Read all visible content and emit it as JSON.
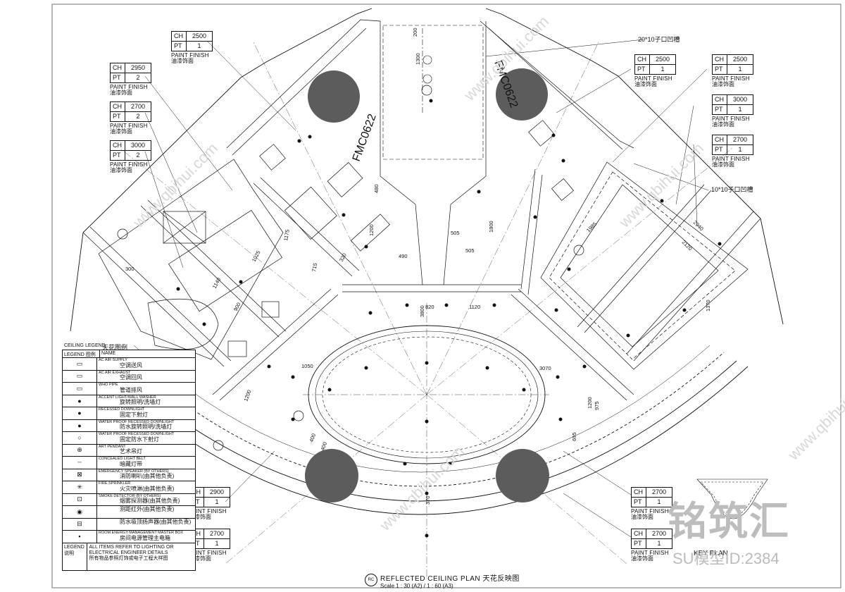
{
  "drawing": {
    "title_en": "REFLECTED CEILING PLAN",
    "title_zh": "天花反映图",
    "scale": "Scale 1 : 30 (A2) / 1 : 60 (A3)",
    "rc_label": "RC",
    "keyplan_label": "KEY PLAN"
  },
  "watermark": {
    "brand": "铭筑汇",
    "site": "www.qbihui.com",
    "id_text": "SU模型ID:2384"
  },
  "tags": [
    {
      "ch": "2500",
      "pt": "1",
      "finish_en": "PAINT FINISH",
      "finish_zh": "油漆饰面"
    },
    {
      "ch": "2950",
      "pt": "2",
      "finish_en": "PAINT FINISH",
      "finish_zh": "油漆饰面"
    },
    {
      "ch": "2700",
      "pt": "2",
      "finish_en": "PAINT FINISH",
      "finish_zh": "油漆饰面"
    },
    {
      "ch": "3000",
      "pt": "2",
      "finish_en": "PAINT FINISH",
      "finish_zh": "油漆饰面"
    },
    {
      "ch": "2500",
      "pt": "1",
      "finish_en": "PAINT FINISH",
      "finish_zh": "油漆饰面"
    },
    {
      "ch": "2500",
      "pt": "1",
      "finish_en": "PAINT FINISH",
      "finish_zh": "油漆饰面"
    },
    {
      "ch": "3000",
      "pt": "1",
      "finish_en": "PAINT FINISH",
      "finish_zh": "油漆饰面"
    },
    {
      "ch": "2700",
      "pt": "1",
      "finish_en": "PAINT FINISH",
      "finish_zh": "油漆饰面"
    },
    {
      "ch": "2900",
      "pt": "1",
      "finish_en": "PAINT FINISH",
      "finish_zh": "油漆饰面"
    },
    {
      "ch": "2700",
      "pt": "1",
      "finish_en": "PAINT FINISH",
      "finish_zh": "油漆饰面"
    },
    {
      "ch": "2700",
      "pt": "1",
      "finish_en": "PAINT FINISH",
      "finish_zh": "油漆饰面"
    },
    {
      "ch": "2700",
      "pt": "1",
      "finish_en": "PAINT FINISH",
      "finish_zh": "油漆饰面"
    }
  ],
  "tag_keys": {
    "ch": "CH",
    "pt": "PT"
  },
  "notes": {
    "groove_top": "20*10子口凹槽",
    "groove_right": "10*10子口凹槽",
    "fmc_left": "FMC0622",
    "fmc_right": "FMC0622"
  },
  "legend": {
    "title_en": "CEILING LEGEND",
    "title_zh": "天花图例",
    "head_legend": "LEGEND 图例",
    "head_name": "NAME",
    "rows": [
      {
        "sym": "▭",
        "en": "AC AIR SUPPLY",
        "zh": "空调送风"
      },
      {
        "sym": "▭",
        "en": "AC AIR EXHAUST",
        "zh": "空调回风"
      },
      {
        "sym": "▭",
        "en": "WHO PIPE",
        "zh": "管道排风"
      },
      {
        "sym": "●",
        "en": "ACCENT LIGHT/WALL WASHER",
        "zh": "旋转照明/洗墙灯"
      },
      {
        "sym": "●",
        "en": "RECESSED DOWNLIGHT",
        "zh": "固定下射灯"
      },
      {
        "sym": "●",
        "en": "WATER PROOF RECESSED DOWNLIGHT",
        "zh": "防水旋转照明/洗墙灯"
      },
      {
        "sym": "○",
        "en": "WATER PROOF RECESSED DOWNLIGHT",
        "zh": "固定防水下射灯"
      },
      {
        "sym": "⊕",
        "en": "ART PENDANT",
        "zh": "艺术吊灯"
      },
      {
        "sym": "┄",
        "en": "CONCEALED LIGHT BELT",
        "zh": "暗藏灯带"
      },
      {
        "sym": "⊠",
        "en": "EMERGENCY SPEAKER (BY OTHERS)",
        "zh": "消防喇叭(由其他负责)"
      },
      {
        "sym": "✳",
        "en": "FIRE SPRINKLER",
        "zh": "火灾喷淋(由其他负责)"
      },
      {
        "sym": "⊡",
        "en": "SMOKE DETECTOR (BY OTHERS)",
        "zh": "烟雾探测器(由其他负责)"
      },
      {
        "sym": "◉",
        "en": "",
        "zh": "测距红外(由其他负责)"
      },
      {
        "sym": "⊟",
        "en": "",
        "zh": "防水吸顶扬声器(由其他负责)"
      },
      {
        "sym": "▪",
        "en": "ROOM ENERGY MANAGEMENT MASTER BOX",
        "zh": "房间电源管理主电箱"
      }
    ],
    "foot_legend": "LEGEND 说明",
    "foot_note_en": "ALL ITEMS REFER TO LIGHTING OR ELECTRICAL ENGINEER DETAILS",
    "foot_note_zh": "所有物品参照灯饰或电子工程大样图"
  },
  "dims": [
    {
      "t": "1300"
    },
    {
      "t": "200"
    },
    {
      "t": "480"
    },
    {
      "t": "1200"
    },
    {
      "t": "490"
    },
    {
      "t": "320"
    },
    {
      "t": "1175"
    },
    {
      "t": "715"
    },
    {
      "t": "1025"
    },
    {
      "t": "1140"
    },
    {
      "t": "900"
    },
    {
      "t": "820"
    },
    {
      "t": "1120"
    },
    {
      "t": "1800"
    },
    {
      "t": "2940"
    },
    {
      "t": "2120"
    },
    {
      "t": "1370"
    },
    {
      "t": "1985"
    },
    {
      "t": "1200"
    },
    {
      "t": "975"
    },
    {
      "t": "695"
    },
    {
      "t": "1200"
    },
    {
      "t": "400"
    },
    {
      "t": "370"
    },
    {
      "t": "3800"
    },
    {
      "t": "1050"
    },
    {
      "t": "3070"
    },
    {
      "t": "400"
    },
    {
      "t": "505"
    },
    {
      "t": "505"
    },
    {
      "t": "300"
    }
  ],
  "colors": {
    "line": "#1a1a1a",
    "blob": "#5c5c5c",
    "watermark": "#cfcfcf"
  }
}
